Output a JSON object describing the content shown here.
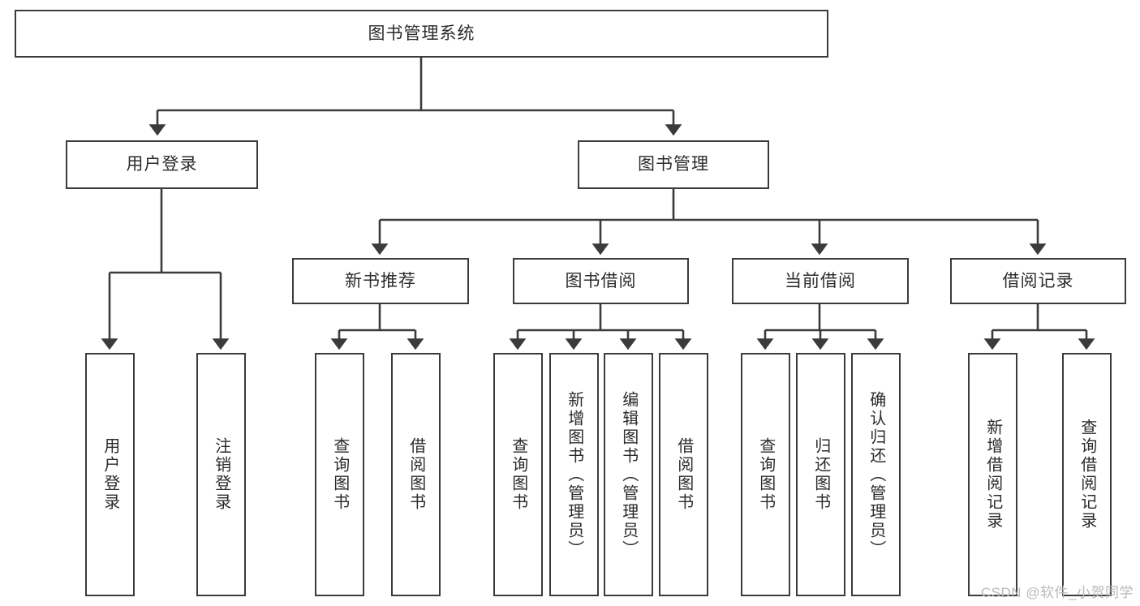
{
  "diagram": {
    "title": "图书管理系统",
    "type": "tree-hierarchy-diagram",
    "watermark": "CSDN @软件_小贺同学",
    "colors": {
      "box_border": "#3b3b3b",
      "box_fill": "#ffffff",
      "connector": "#3b3b3b",
      "text": "#2b2b2b",
      "watermark": "#b9b9b9"
    },
    "root": {
      "label": "图书管理系统"
    },
    "level1": [
      {
        "label": "用户登录"
      },
      {
        "label": "图书管理"
      }
    ],
    "level2": [
      {
        "label": "新书推荐"
      },
      {
        "label": "图书借阅"
      },
      {
        "label": "当前借阅"
      },
      {
        "label": "借阅记录"
      }
    ],
    "leaves": {
      "user_login": [
        {
          "label": "用户登录"
        },
        {
          "label": "注销登录"
        }
      ],
      "new_book_recommend": [
        {
          "label": "查询图书"
        },
        {
          "label": "借阅图书"
        }
      ],
      "book_borrow": [
        {
          "label": "查询图书"
        },
        {
          "label": "新增图书（管理员）"
        },
        {
          "label": "编辑图书（管理员）"
        },
        {
          "label": "借阅图书"
        }
      ],
      "current_borrow": [
        {
          "label": "查询图书"
        },
        {
          "label": "归还图书"
        },
        {
          "label": "确认归还（管理员）"
        }
      ],
      "borrow_records": [
        {
          "label": "新增借阅记录"
        },
        {
          "label": "查询借阅记录"
        }
      ]
    }
  }
}
